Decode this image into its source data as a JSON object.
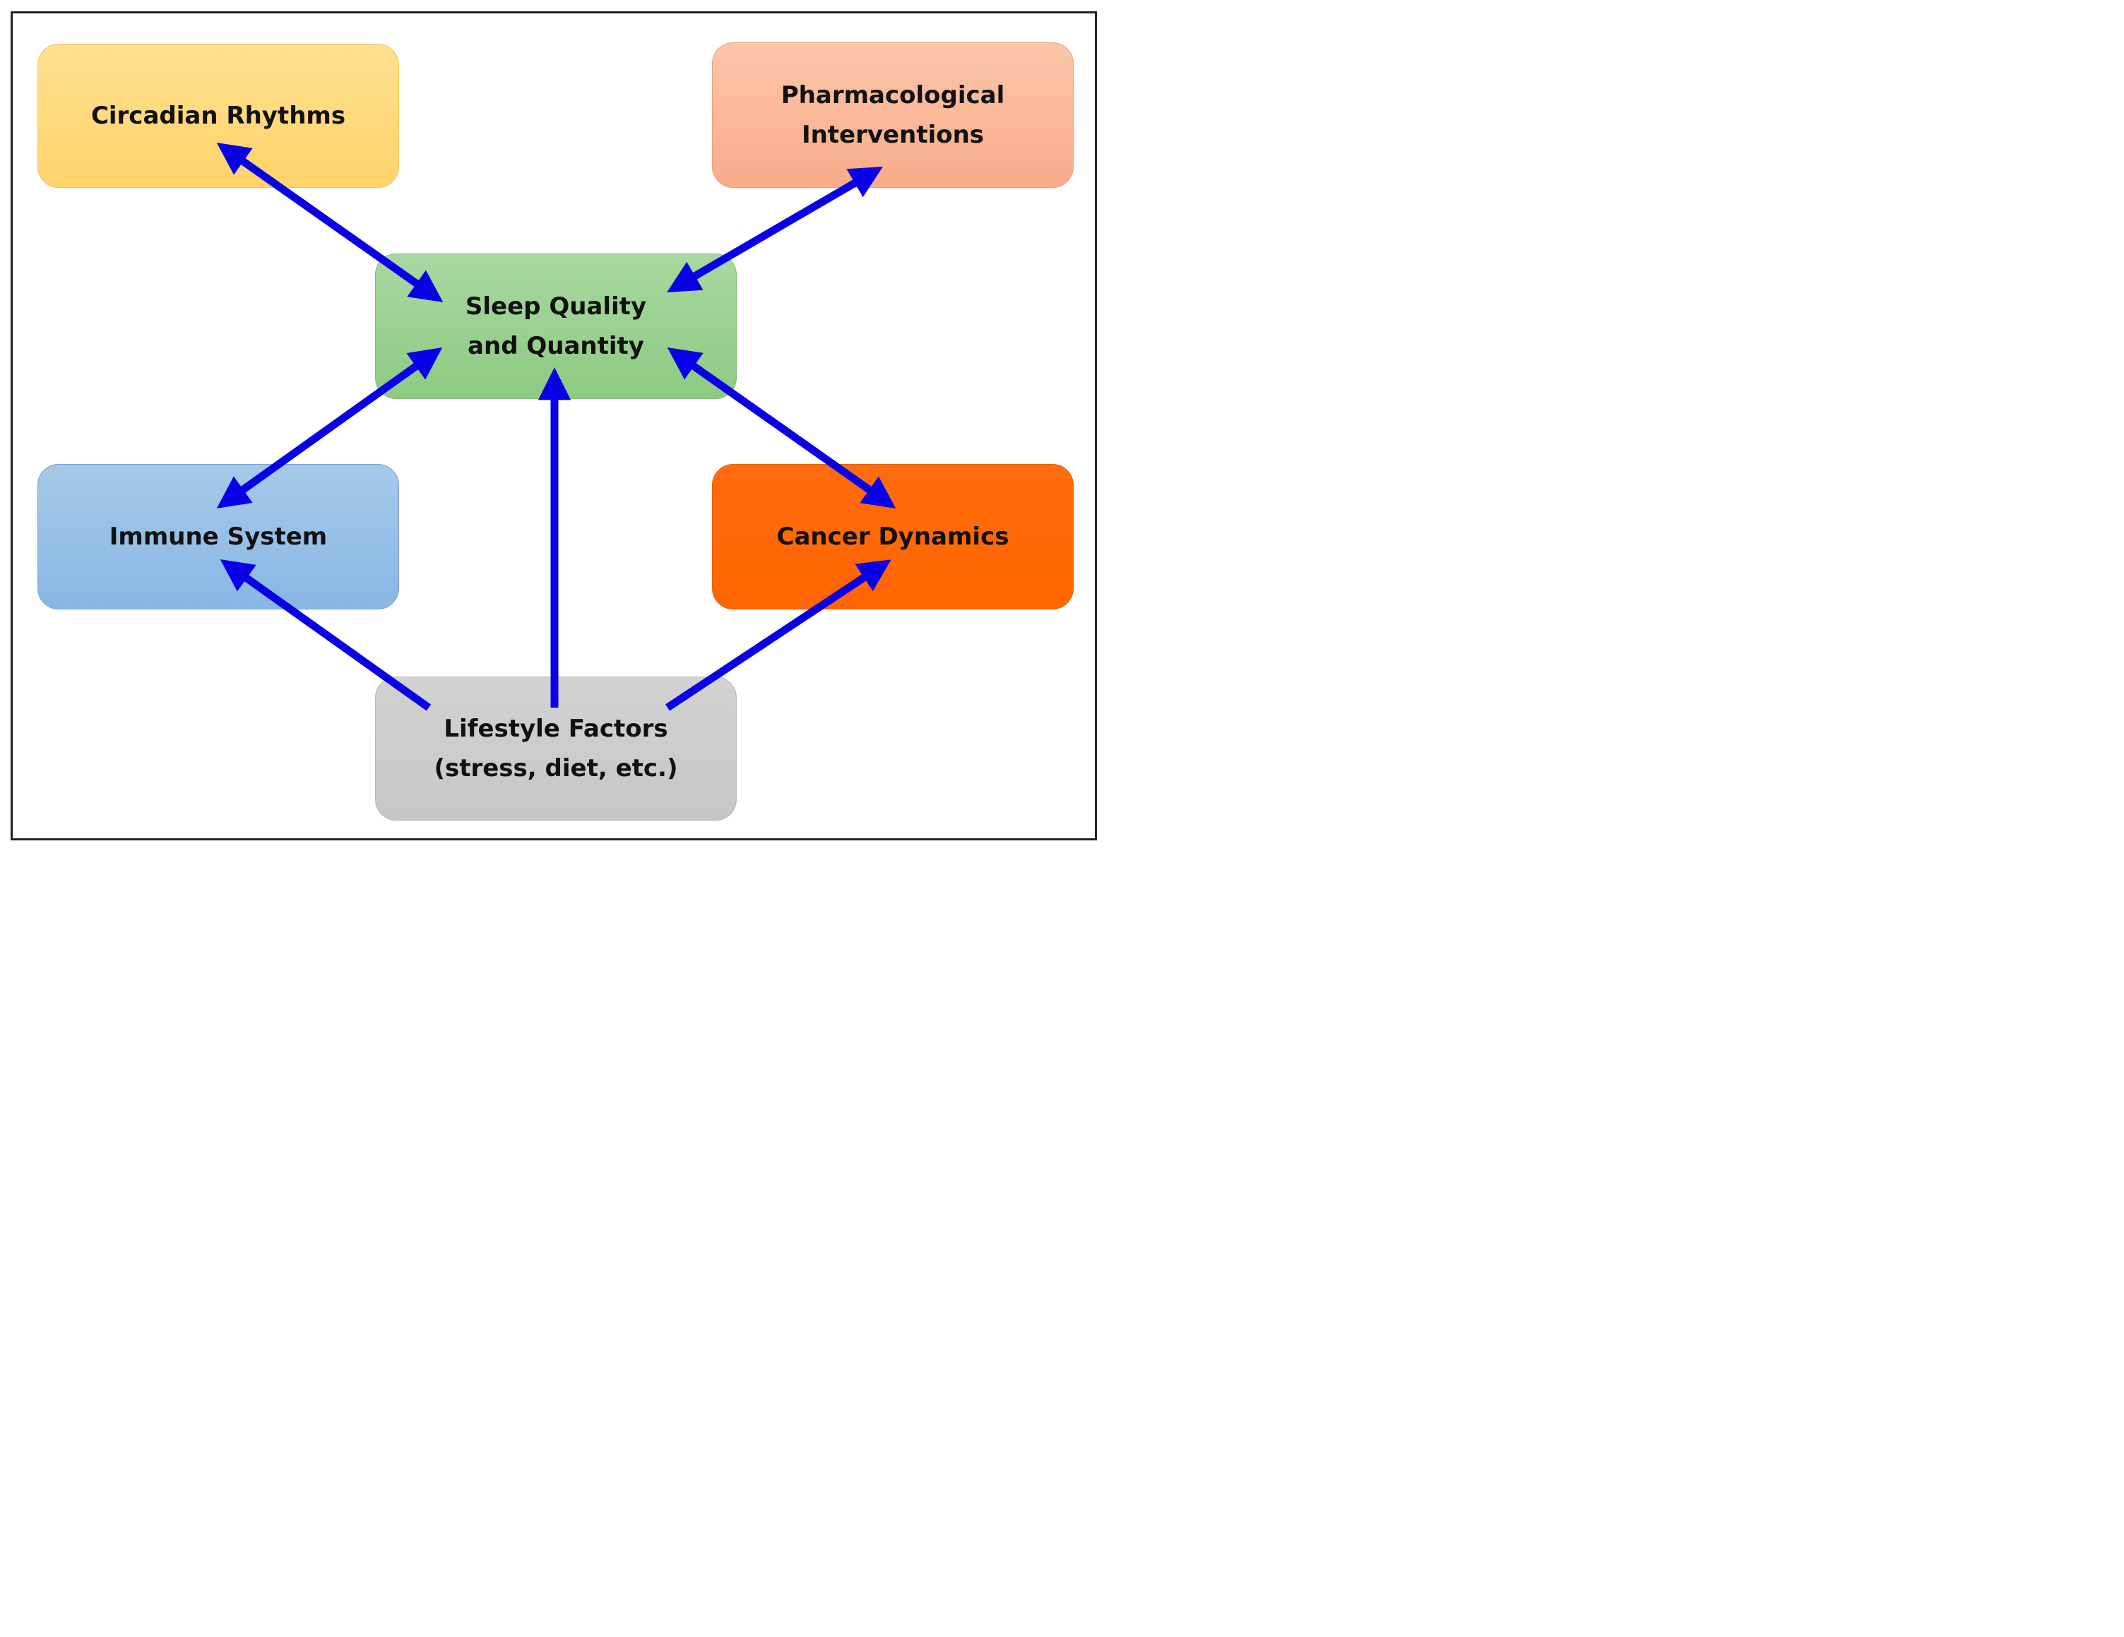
{
  "diagram": {
    "nodes": {
      "circadian": {
        "lines": [
          "Circadian Rhythms"
        ]
      },
      "pharmacological": {
        "lines": [
          "Pharmacological",
          "Interventions"
        ]
      },
      "sleep": {
        "lines": [
          "Sleep Quality",
          "and Quantity"
        ]
      },
      "immune": {
        "lines": [
          "Immune System"
        ]
      },
      "cancer": {
        "lines": [
          "Cancer Dynamics"
        ]
      },
      "lifestyle": {
        "lines": [
          "Lifestyle Factors",
          "(stress, diet, etc.)"
        ]
      }
    },
    "edges": [
      {
        "from": "circadian",
        "to": "sleep",
        "bidirectional": true
      },
      {
        "from": "pharmacological",
        "to": "sleep",
        "bidirectional": true
      },
      {
        "from": "immune",
        "to": "sleep",
        "bidirectional": true
      },
      {
        "from": "cancer",
        "to": "sleep",
        "bidirectional": true
      },
      {
        "from": "lifestyle",
        "to": "sleep",
        "bidirectional": false
      },
      {
        "from": "lifestyle",
        "to": "immune",
        "bidirectional": false
      },
      {
        "from": "lifestyle",
        "to": "cancer",
        "bidirectional": false
      }
    ],
    "colors": {
      "arrow": "#0a00e6",
      "circadian": "#ffd77a",
      "pharmacological": "#f9b797",
      "sleep": "#98d08e",
      "immune": "#92bee6",
      "cancer": "#ff6600",
      "lifestyle": "#cbcbcb",
      "frame": "#222222"
    }
  }
}
